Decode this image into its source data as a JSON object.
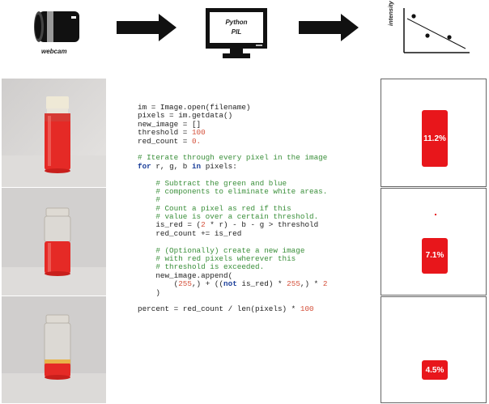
{
  "pipeline": {
    "webcam_label": "webcam",
    "python_label": "Python",
    "pil_label": "PIL",
    "chart_ylabel": "intensity"
  },
  "code_lines": [
    [
      {
        "t": "im = Image.open(filename)",
        "c": ""
      }
    ],
    [
      {
        "t": "pixels = im.getdata()",
        "c": ""
      }
    ],
    [
      {
        "t": "new_image = []",
        "c": ""
      }
    ],
    [
      {
        "t": "threshold = ",
        "c": ""
      },
      {
        "t": "100",
        "c": "num"
      }
    ],
    [
      {
        "t": "red_count = ",
        "c": ""
      },
      {
        "t": "0.",
        "c": "num"
      }
    ],
    [
      {
        "t": "",
        "c": ""
      }
    ],
    [
      {
        "t": "# Iterate through every pixel in the image",
        "c": "cm"
      }
    ],
    [
      {
        "t": "for",
        "c": "kw"
      },
      {
        "t": " r, g, b ",
        "c": ""
      },
      {
        "t": "in",
        "c": "kw"
      },
      {
        "t": " pixels:",
        "c": ""
      }
    ],
    [
      {
        "t": "",
        "c": ""
      }
    ],
    [
      {
        "t": "    # Subtract the green and blue",
        "c": "cm"
      }
    ],
    [
      {
        "t": "    # components to eliminate white areas.",
        "c": "cm"
      }
    ],
    [
      {
        "t": "    #",
        "c": "cm"
      }
    ],
    [
      {
        "t": "    # Count a pixel as red if this",
        "c": "cm"
      }
    ],
    [
      {
        "t": "    # value is over a certain threshold.",
        "c": "cm"
      }
    ],
    [
      {
        "t": "    is_red = (",
        "c": ""
      },
      {
        "t": "2",
        "c": "num"
      },
      {
        "t": " * r) - b - g > threshold",
        "c": ""
      }
    ],
    [
      {
        "t": "    red_count += is_red",
        "c": ""
      }
    ],
    [
      {
        "t": "",
        "c": ""
      }
    ],
    [
      {
        "t": "    # (Optionally) create a new image",
        "c": "cm"
      }
    ],
    [
      {
        "t": "    # with red pixels wherever this",
        "c": "cm"
      }
    ],
    [
      {
        "t": "    # threshold is exceeded.",
        "c": "cm"
      }
    ],
    [
      {
        "t": "    new_image.append(",
        "c": ""
      }
    ],
    [
      {
        "t": "        (",
        "c": ""
      },
      {
        "t": "255",
        "c": "num"
      },
      {
        "t": ",) + ((",
        "c": ""
      },
      {
        "t": "not",
        "c": "kw"
      },
      {
        "t": " is_red) * ",
        "c": ""
      },
      {
        "t": "255",
        "c": "num"
      },
      {
        "t": ",) * ",
        "c": ""
      },
      {
        "t": "2",
        "c": "num"
      }
    ],
    [
      {
        "t": "    )",
        "c": ""
      }
    ],
    [
      {
        "t": "",
        "c": ""
      }
    ],
    [
      {
        "t": "percent = red_count / len(pixels) * ",
        "c": ""
      },
      {
        "t": "100",
        "c": "num"
      }
    ]
  ],
  "results": [
    {
      "percent": "11.2%"
    },
    {
      "percent": "7.1%"
    },
    {
      "percent": "4.5%"
    }
  ],
  "colors": {
    "red": "#e8161b",
    "code_keyword": "#1c3f9a",
    "code_number": "#d4503a",
    "code_comment": "#3a8f3a"
  }
}
